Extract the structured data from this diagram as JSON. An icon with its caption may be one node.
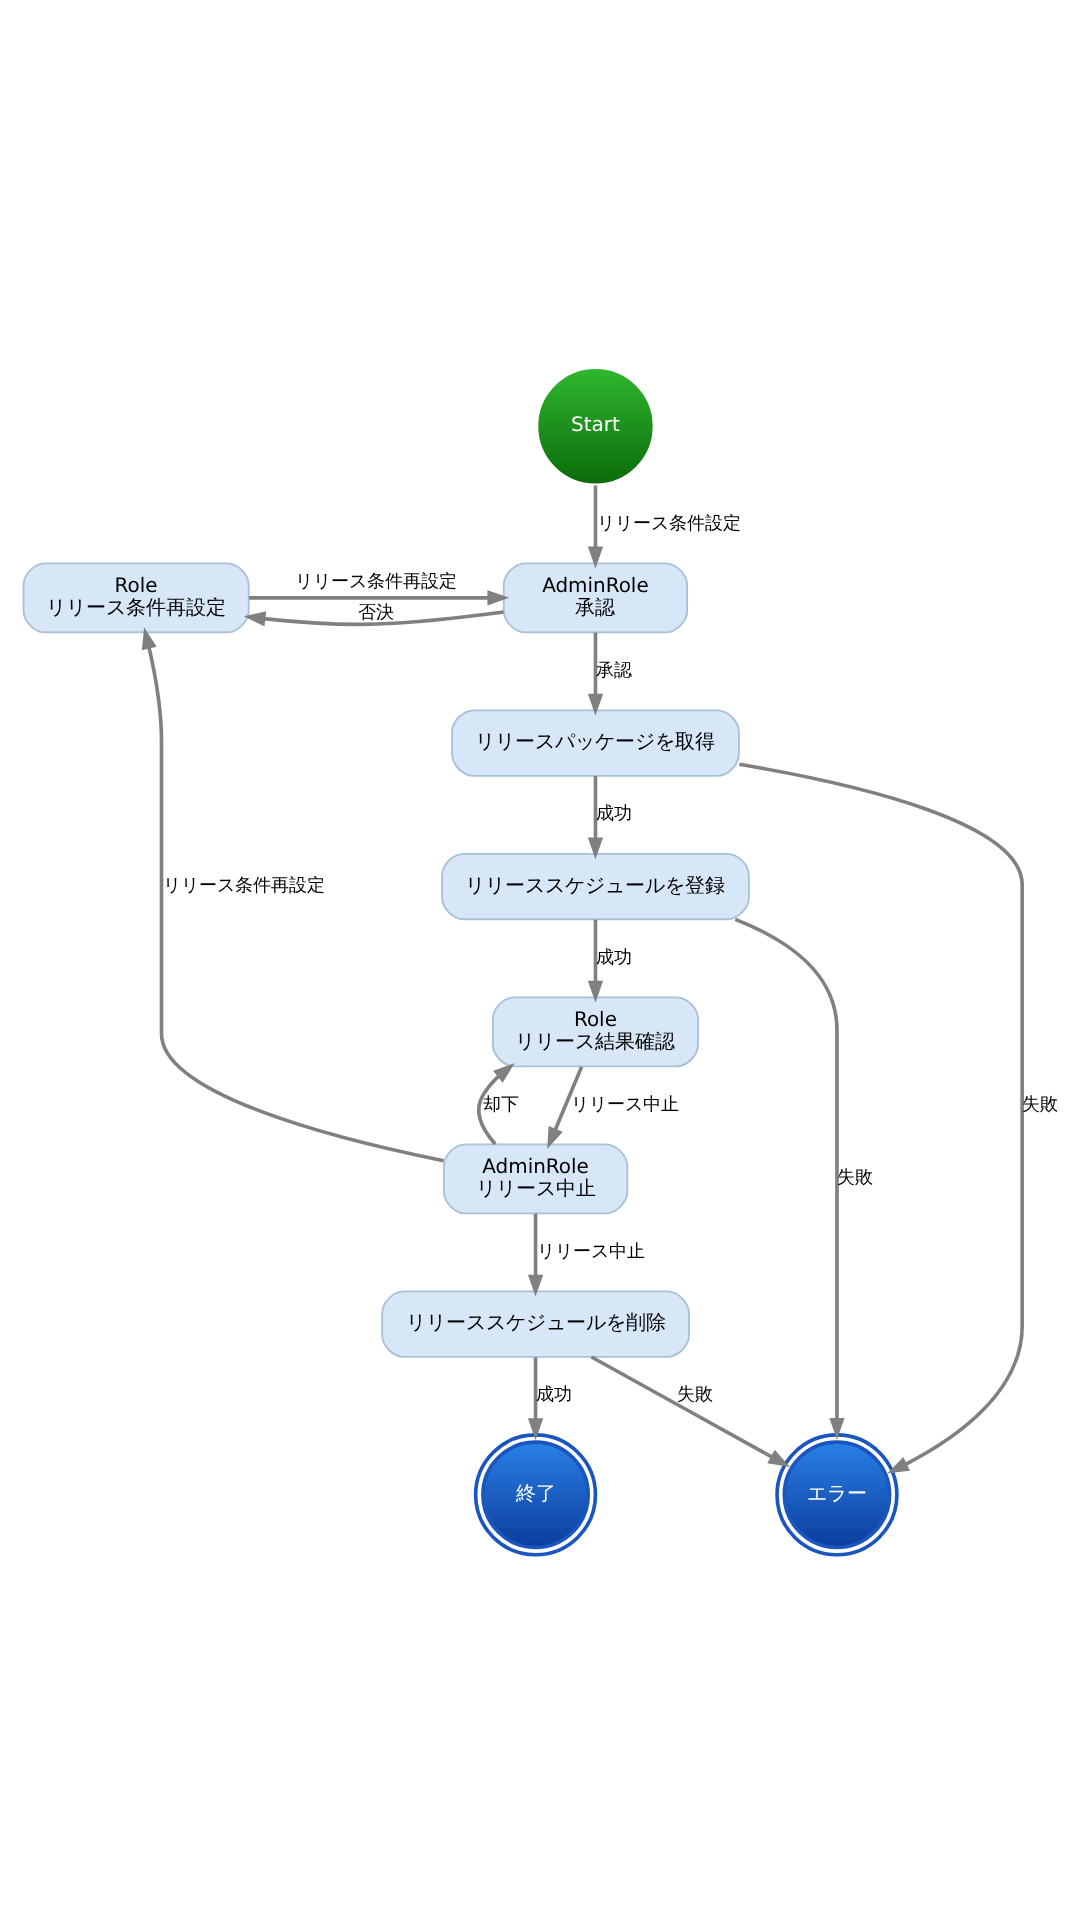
{
  "diagram": {
    "nodes": [
      {
        "text": [
          "Start"
        ]
      },
      {
        "text": [
          "Role",
          "リリース条件再設定"
        ]
      },
      {
        "text": [
          "AdminRole",
          "承認"
        ]
      },
      {
        "text": [
          "リリースパッケージを取得"
        ]
      },
      {
        "text": [
          "リリーススケジュールを登録"
        ]
      },
      {
        "text": [
          "Role",
          "リリース結果確認"
        ]
      },
      {
        "text": [
          "AdminRole",
          "リリース中止"
        ]
      },
      {
        "text": [
          "リリーススケジュールを削除"
        ]
      },
      {
        "text": [
          "終了"
        ]
      },
      {
        "text": [
          "エラー"
        ]
      }
    ],
    "edges": [
      {
        "from": 0,
        "to": 2,
        "arrow": "to",
        "label": "リリース条件設定"
      },
      {
        "from": 2,
        "to": 1,
        "arrow": "to",
        "label": "否決"
      },
      {
        "from": 1,
        "to": 2,
        "arrow": "to",
        "label": "リリース条件再設定"
      },
      {
        "from": 2,
        "to": 3,
        "arrow": "to",
        "label": "承認"
      },
      {
        "from": 3,
        "to": 4,
        "arrow": "to",
        "label": "成功"
      },
      {
        "from": 4,
        "to": 5,
        "arrow": "to",
        "label": "成功"
      },
      {
        "from": 6,
        "to": 5,
        "arrow": "to",
        "label": "却下"
      },
      {
        "from": 5,
        "to": 6,
        "arrow": "to",
        "label": "リリース中止"
      },
      {
        "from": 6,
        "to": 1,
        "arrow": "to",
        "label": "リリース条件再設定"
      },
      {
        "from": 6,
        "to": 7,
        "arrow": "to",
        "label": "リリース中止"
      },
      {
        "from": 7,
        "to": 8,
        "arrow": "to",
        "label": "成功"
      },
      {
        "from": 3,
        "to": 9,
        "arrow": "to",
        "label": "失敗"
      },
      {
        "from": 4,
        "to": 9,
        "arrow": "to",
        "label": "失敗"
      },
      {
        "from": 7,
        "to": 9,
        "arrow": "to",
        "label": "失敗"
      }
    ]
  }
}
